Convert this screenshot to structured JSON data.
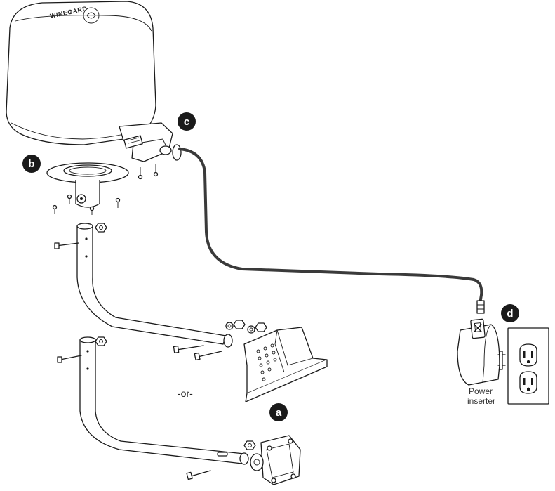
{
  "callouts": {
    "a": "a",
    "b": "b",
    "c": "c",
    "d": "d"
  },
  "labels": {
    "or": "-or-",
    "power_inserter_line1": "Power",
    "power_inserter_line2": "inserter"
  },
  "device": {
    "brand_text": "WINEGARD"
  },
  "colors": {
    "line": "#1a1a1a",
    "cable": "#3a3a3a",
    "callout_fill": "#1a1a1a",
    "background": "#ffffff"
  }
}
